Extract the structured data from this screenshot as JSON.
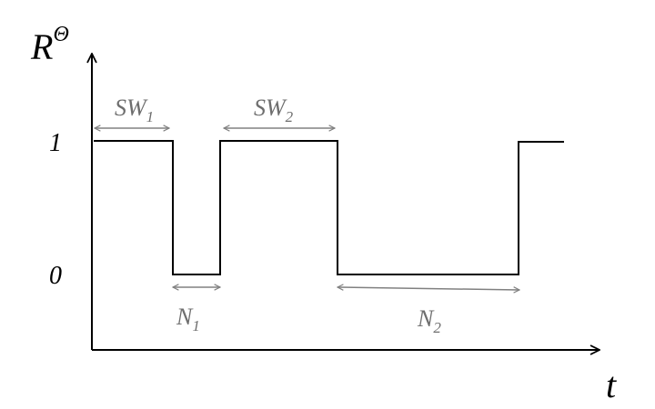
{
  "diagram": {
    "y_axis_label": {
      "base": "R",
      "superscript": "Θ"
    },
    "x_axis_label": "t",
    "y_tick_1": "1",
    "y_tick_0": "0",
    "intervals": [
      {
        "base": "SW",
        "sub": "1"
      },
      {
        "base": "SW",
        "sub": "2"
      },
      {
        "base": "N",
        "sub": "1"
      },
      {
        "base": "N",
        "sub": "2"
      }
    ],
    "colors": {
      "signal": "#000000",
      "axes": "#000000",
      "interval_arrows": "#808080",
      "interval_labels": "#6e6e6e"
    }
  }
}
